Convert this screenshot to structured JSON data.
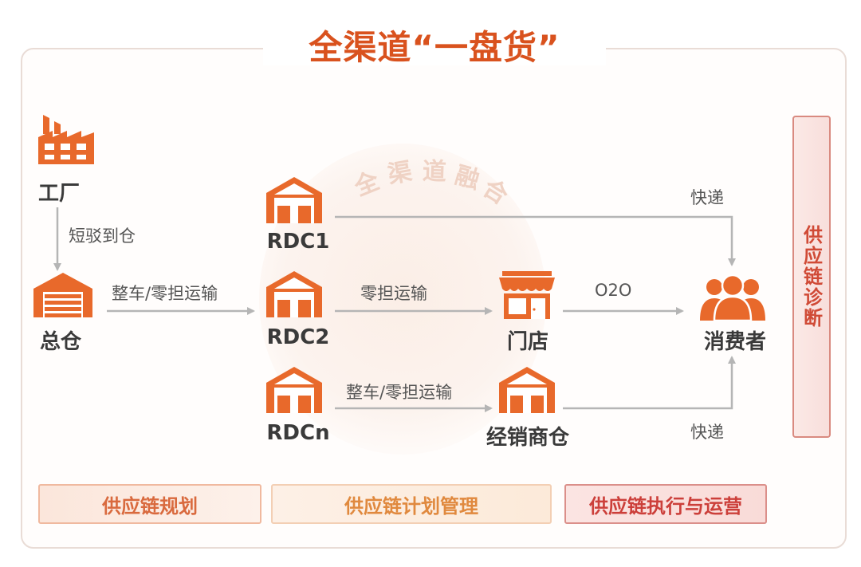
{
  "title": "全渠道“一盘货”",
  "hub_label": [
    "全",
    "渠",
    "道",
    "融",
    "合"
  ],
  "nodes": {
    "factory": "工厂",
    "central_warehouse": "总仓",
    "rdc1": "RDC1",
    "rdc2": "RDC2",
    "rdcn": "RDCn",
    "store": "门店",
    "dealer_warehouse": "经销商仓",
    "consumer": "消费者"
  },
  "edges": {
    "factory_to_warehouse": "短驳到仓",
    "warehouse_to_rdc": "整车/零担运输",
    "rdc2_to_store": "零担运输",
    "rdcn_to_dealer": "整车/零担运输",
    "store_to_consumer": "O2O",
    "rdc1_to_consumer": "快递",
    "dealer_to_consumer": "快递"
  },
  "side_panel": "供应链诊断",
  "bottom_bar": {
    "planning": "供应链规划",
    "plan_management": "供应链计划管理",
    "execution": "供应链执行与运营"
  },
  "colors": {
    "accent": "#d9521e",
    "icon_orange": "#e8692b",
    "arrow": "#b5b5b5"
  },
  "icons": {
    "factory": "factory-icon",
    "warehouse": "warehouse-icon",
    "store": "store-icon",
    "consumer": "people-icon"
  }
}
